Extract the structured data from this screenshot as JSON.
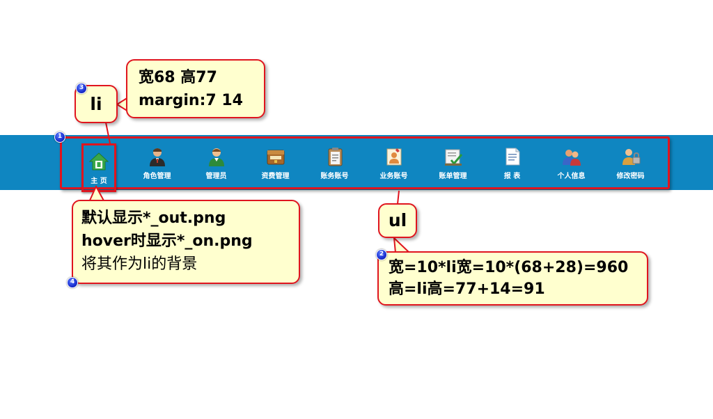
{
  "nav": {
    "items": [
      {
        "label": "主  页",
        "icon": "home-icon"
      },
      {
        "label": "角色管理",
        "icon": "role-user-icon"
      },
      {
        "label": "管理员",
        "icon": "admin-user-icon"
      },
      {
        "label": "资费管理",
        "icon": "fee-chest-icon"
      },
      {
        "label": "账务账号",
        "icon": "account-clipboard-icon"
      },
      {
        "label": "业务账号",
        "icon": "business-account-icon"
      },
      {
        "label": "账单管理",
        "icon": "bill-check-icon"
      },
      {
        "label": "报  表",
        "icon": "report-document-icon"
      },
      {
        "label": "个人信息",
        "icon": "personal-info-icon"
      },
      {
        "label": "修改密码",
        "icon": "password-lock-icon"
      }
    ]
  },
  "callouts": {
    "li_dimensions": {
      "line1": "宽68 高77",
      "line2": "margin:7 14"
    },
    "li_label": "li",
    "background": {
      "line1": "默认显示*_out.png",
      "line2": "hover时显示*_on.png",
      "line3": "将其作为li的背景"
    },
    "ul_label": "ul",
    "ul_size": {
      "line1": "宽=10*li宽=10*(68+28)=960",
      "line2": "高=li高=77+14=91"
    }
  },
  "badges": {
    "one": "1",
    "two": "2",
    "three": "3",
    "four": "4"
  },
  "colors": {
    "nav_background": "#0f86c1",
    "highlight_border": "#e0141e",
    "callout_fill": "#ffffcf",
    "badge": "#1a2fd0"
  }
}
